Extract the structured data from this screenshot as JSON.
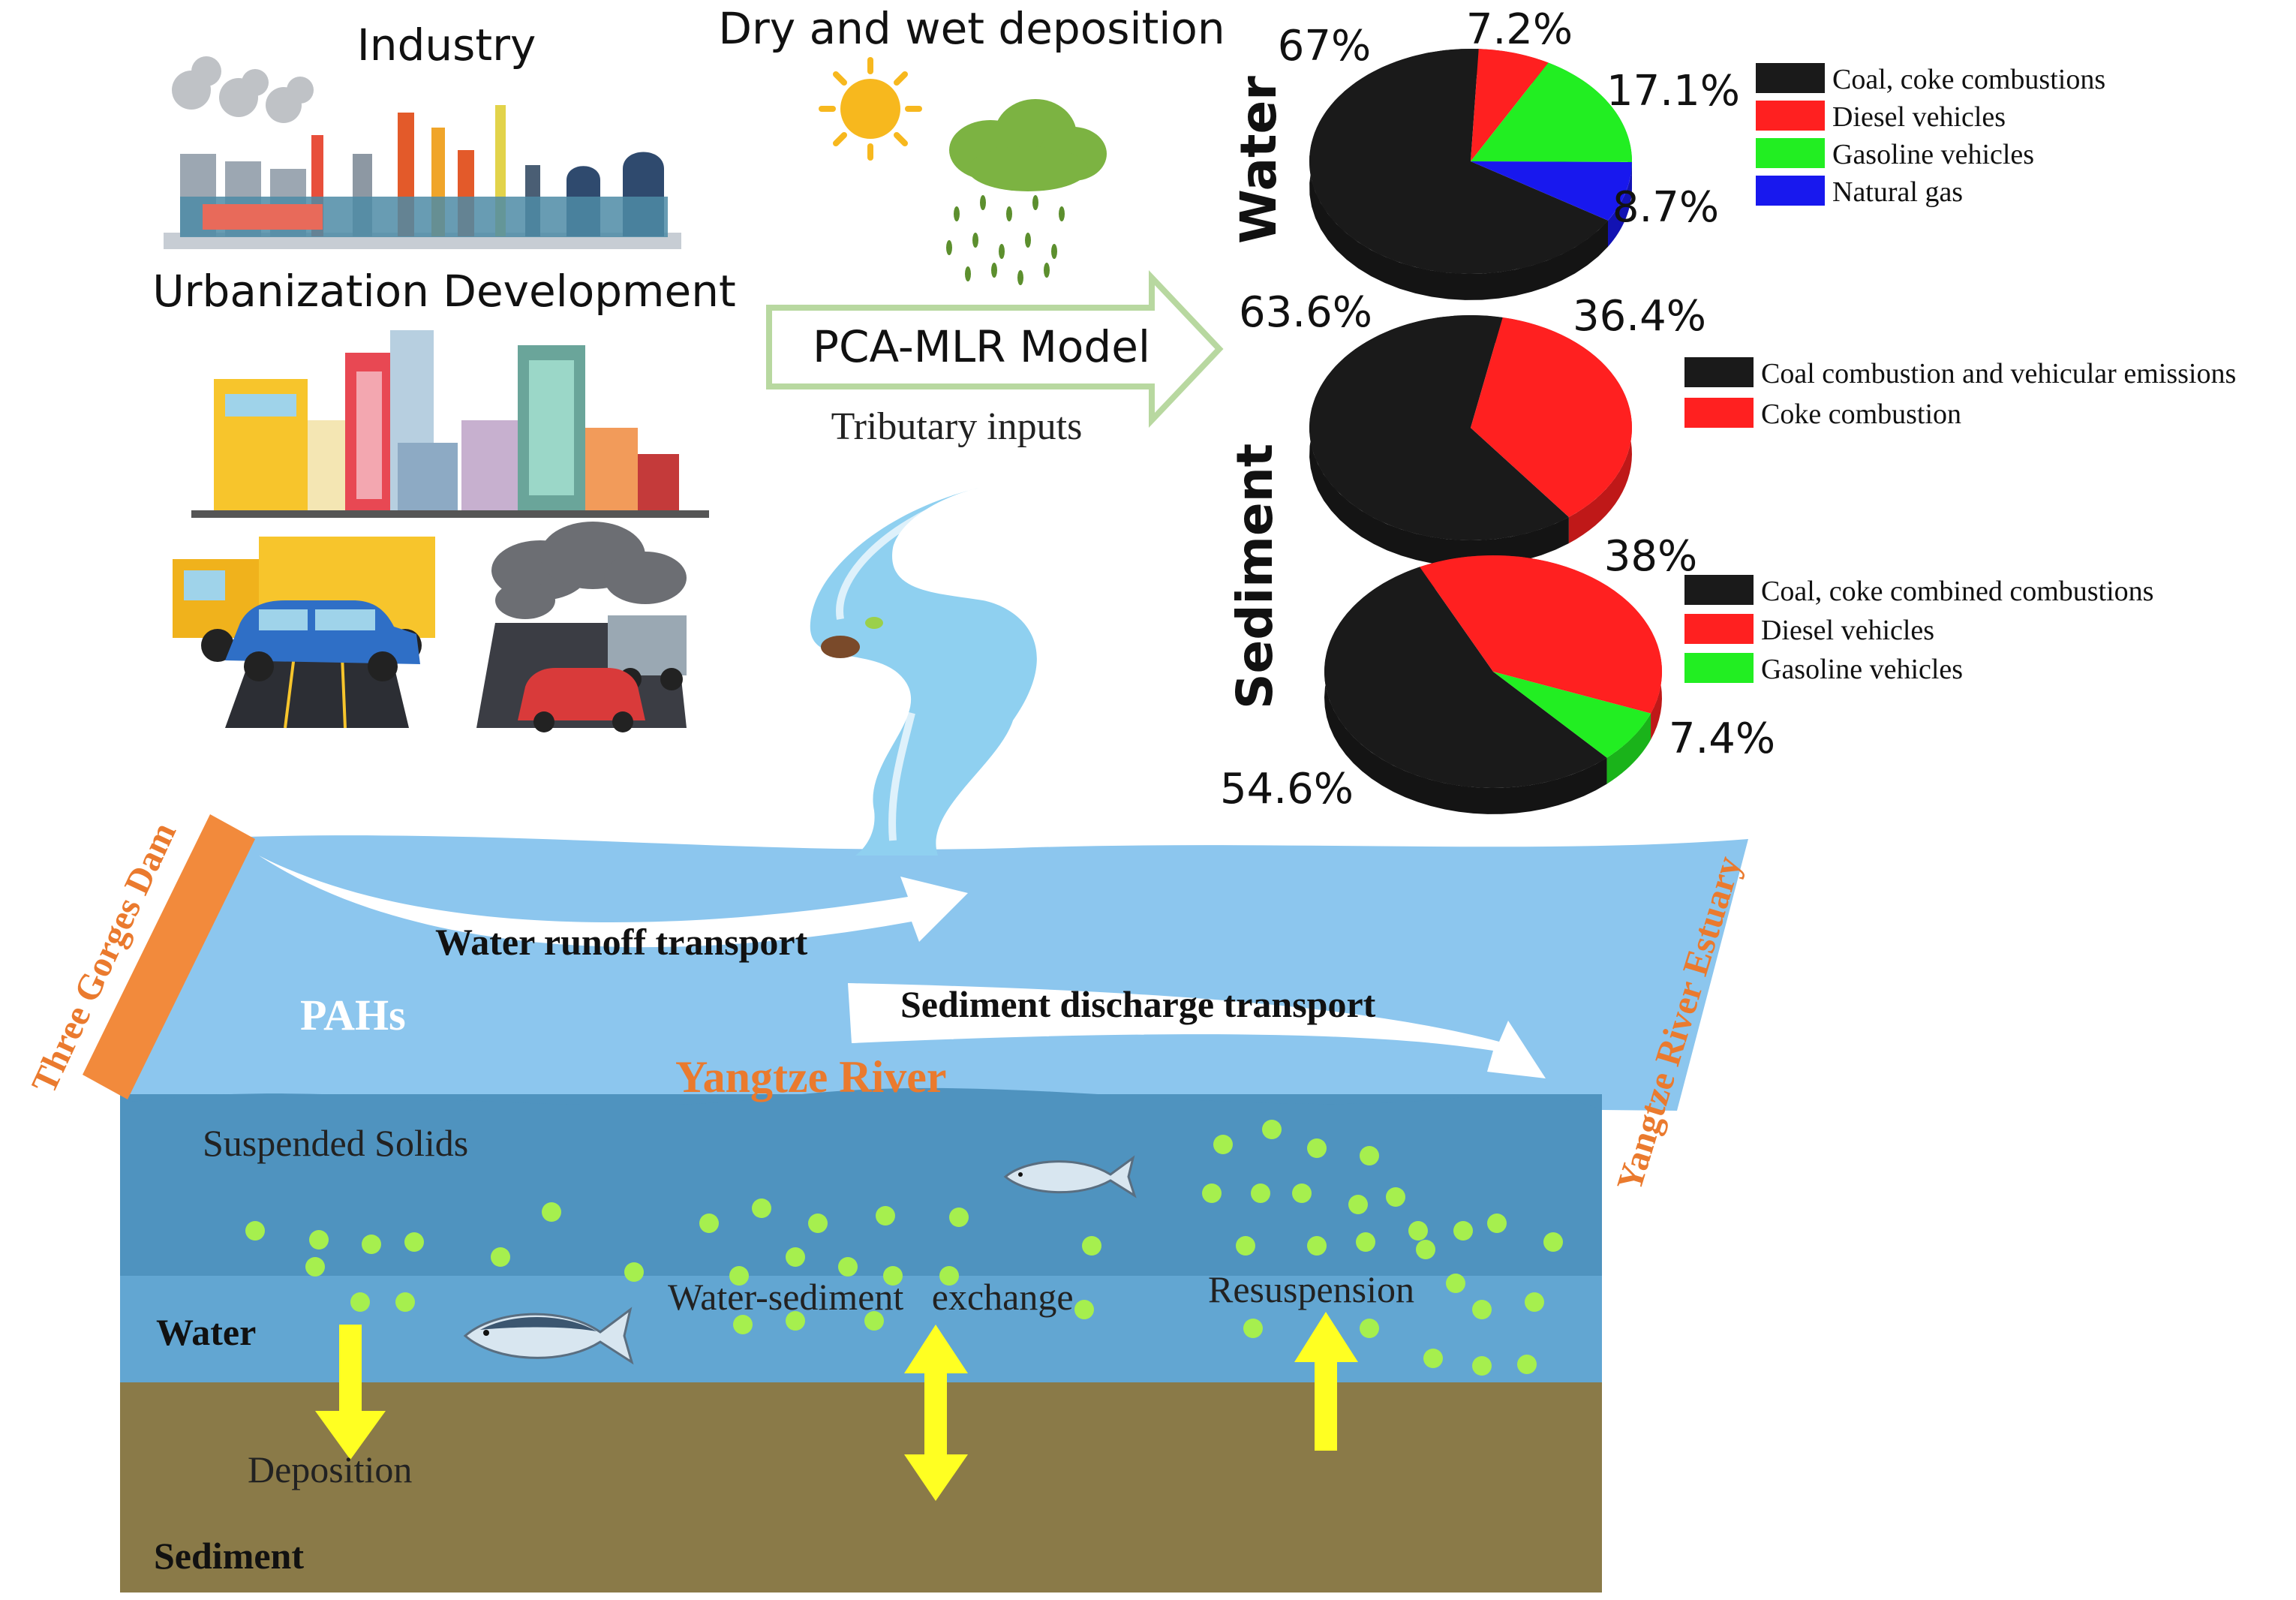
{
  "labels": {
    "industry": "Industry",
    "deposition": "Dry and wet deposition",
    "urbanization": "Urbanization Development",
    "pca": "PCA-MLR Model",
    "tributary": "Tributary inputs",
    "dam": "Three Gorges Dam",
    "estuary": "Yangtze River Estuary",
    "water_runoff": "Water runoff transport",
    "sediment_discharge": "Sediment discharge transport",
    "pahs": "PAHs",
    "river": "Yangtze River",
    "suspended": "Suspended Solids",
    "water_layer": "Water",
    "exchange": "Water-sediment   exchange",
    "resuspension": "Resuspension",
    "deposition_process": "Deposition",
    "sediment_layer": "Sediment",
    "water_pie_label": "Water",
    "sediment_pie_label": "Sediment"
  },
  "colors": {
    "coal": "#1a1a1a",
    "diesel": "#ff2020",
    "gasoline": "#22ee22",
    "natural_gas": "#1818ee",
    "river": "#8cc6ee",
    "water_layer": "#4f93bf",
    "sediment": "#8a7a48",
    "dam": "#f28a3c",
    "orange_text": "#ea7a2e",
    "particles": "#a6ef4e",
    "arrow_yellow": "#ffff22"
  },
  "chart_data": [
    {
      "type": "pie",
      "title": "Water",
      "slices": [
        {
          "label": "Coal, coke combustions",
          "value": 67,
          "text": "67%",
          "color": "#1a1a1a"
        },
        {
          "label": "Diesel vehicles",
          "value": 7.2,
          "text": "7.2%",
          "color": "#ff2020"
        },
        {
          "label": "Gasoline vehicles",
          "value": 17.1,
          "text": "17.1%",
          "color": "#22ee22"
        },
        {
          "label": "Natural gas",
          "value": 8.7,
          "text": "8.7%",
          "color": "#1818ee"
        }
      ]
    },
    {
      "type": "pie",
      "title": "Sediment",
      "slices": [
        {
          "label": "Coal combustion and vehicular emissions",
          "value": 63.6,
          "text": "63.6%",
          "color": "#1a1a1a"
        },
        {
          "label": "Coke combustion",
          "value": 36.4,
          "text": "36.4%",
          "color": "#ff2020"
        }
      ]
    },
    {
      "type": "pie",
      "title": "Sediment",
      "slices": [
        {
          "label": "Coal, coke combined combustions",
          "value": 54.6,
          "text": "54.6%",
          "color": "#1a1a1a"
        },
        {
          "label": "Diesel vehicles",
          "value": 38,
          "text": "38%",
          "color": "#ff2020"
        },
        {
          "label": "Gasoline vehicles",
          "value": 7.4,
          "text": "7.4%",
          "color": "#22ee22"
        }
      ]
    }
  ]
}
